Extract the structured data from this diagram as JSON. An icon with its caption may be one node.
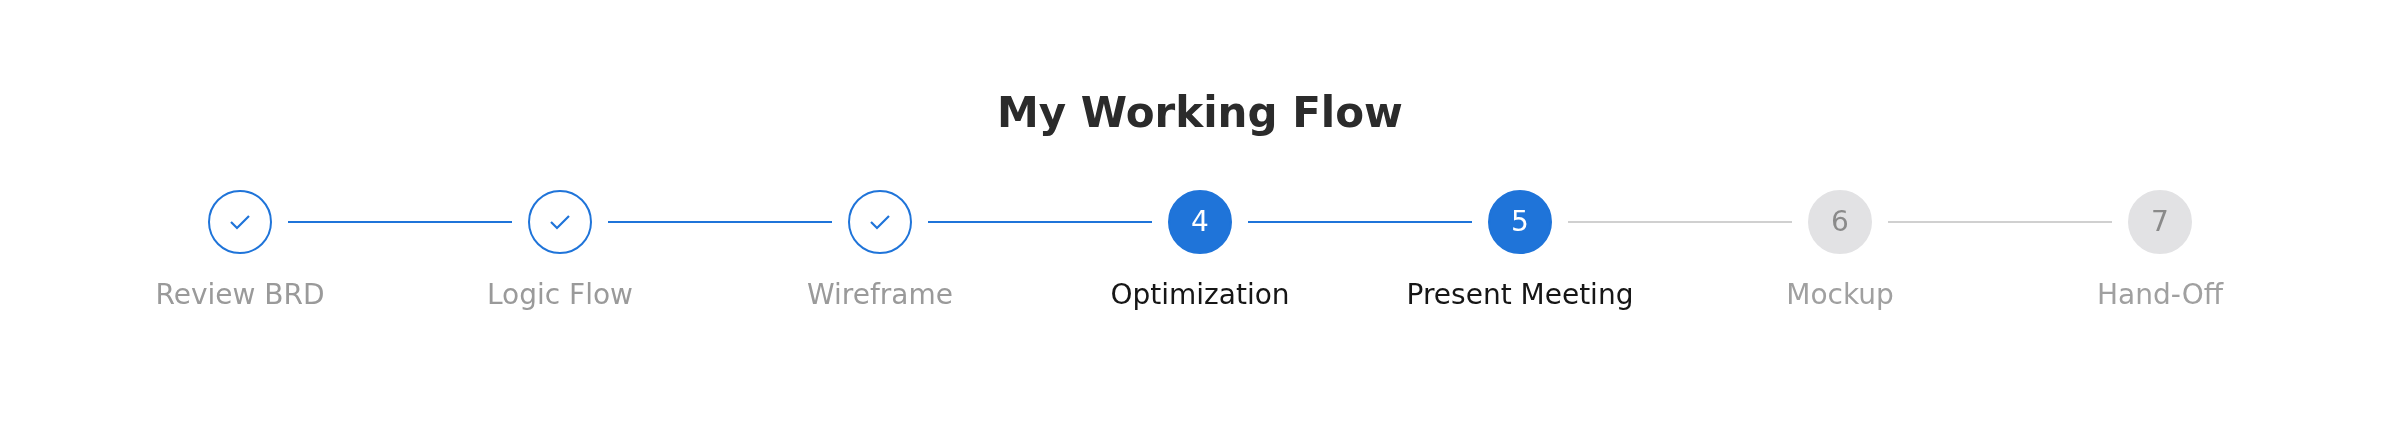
{
  "diagram": {
    "title": "My Working Flow",
    "nodes": [
      {
        "text": [],
        "shape": "circle",
        "beside": [
          "Review BRD"
        ]
      },
      {
        "text": [],
        "shape": "circle",
        "beside": [
          "Logic Flow"
        ]
      },
      {
        "text": [],
        "shape": "circle",
        "beside": [
          "Wireframe"
        ]
      },
      {
        "text": [
          "4"
        ],
        "beside": [
          "Optimization"
        ]
      },
      {
        "text": [
          "5"
        ],
        "beside": [
          "Present Meeting"
        ]
      },
      {
        "text": [
          "6"
        ],
        "beside": [
          "Mockup"
        ]
      },
      {
        "text": [
          "7"
        ],
        "beside": [
          "Hand-Off"
        ]
      }
    ],
    "edges": [
      {
        "from": 0,
        "to": 1,
        "arrow": "none"
      },
      {
        "from": 1,
        "to": 2,
        "arrow": "none"
      },
      {
        "from": 2,
        "to": 3,
        "arrow": "none"
      },
      {
        "from": 3,
        "to": 4,
        "arrow": "none"
      },
      {
        "from": 4,
        "to": 5,
        "arrow": "none",
        "color": "#d0d0d0"
      },
      {
        "from": 5,
        "to": 6,
        "arrow": "none",
        "color": "#d0d0d0"
      }
    ]
  }
}
